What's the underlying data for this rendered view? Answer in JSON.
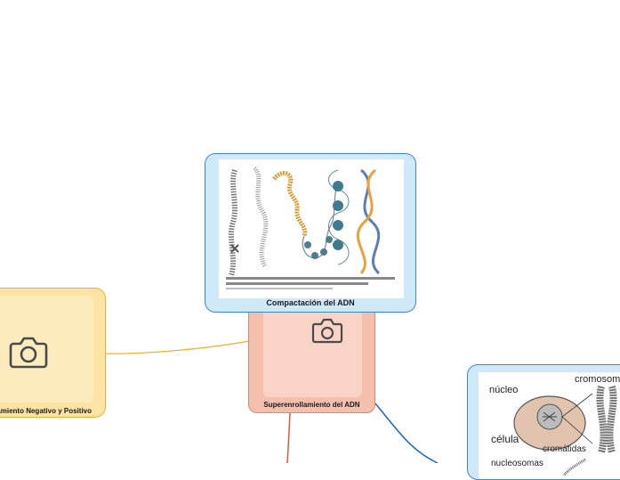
{
  "nodes": {
    "compactacion": {
      "label": "Compactación del ADN",
      "has_image": true
    },
    "superenrollamiento": {
      "label": "Superenrollamiento del ADN",
      "has_image": false,
      "icon": "camera-icon"
    },
    "enrollamiento": {
      "label": "Enrollamiento Negativo y Positivo",
      "has_image": false,
      "icon": "camera-icon"
    },
    "cromosoma": {
      "has_image": true,
      "figure_labels": {
        "nucleo": "núcleo",
        "cromosoma": "cromosoma",
        "celula": "célula",
        "cromatidas": "cromátidas",
        "nucleosomas": "nucleosomas"
      }
    }
  },
  "colors": {
    "blue_node_fill": "#cfe9f8",
    "blue_node_border": "#3f86cf",
    "pink_node_fill": "#f5bfae",
    "pink_node_border": "#e2836a",
    "yellow_node_fill": "#fde3a4",
    "yellow_node_border": "#f2b134",
    "connector_yellow": "#f2b134",
    "connector_blue": "#1f63c6",
    "connector_orange": "#e0593a"
  }
}
